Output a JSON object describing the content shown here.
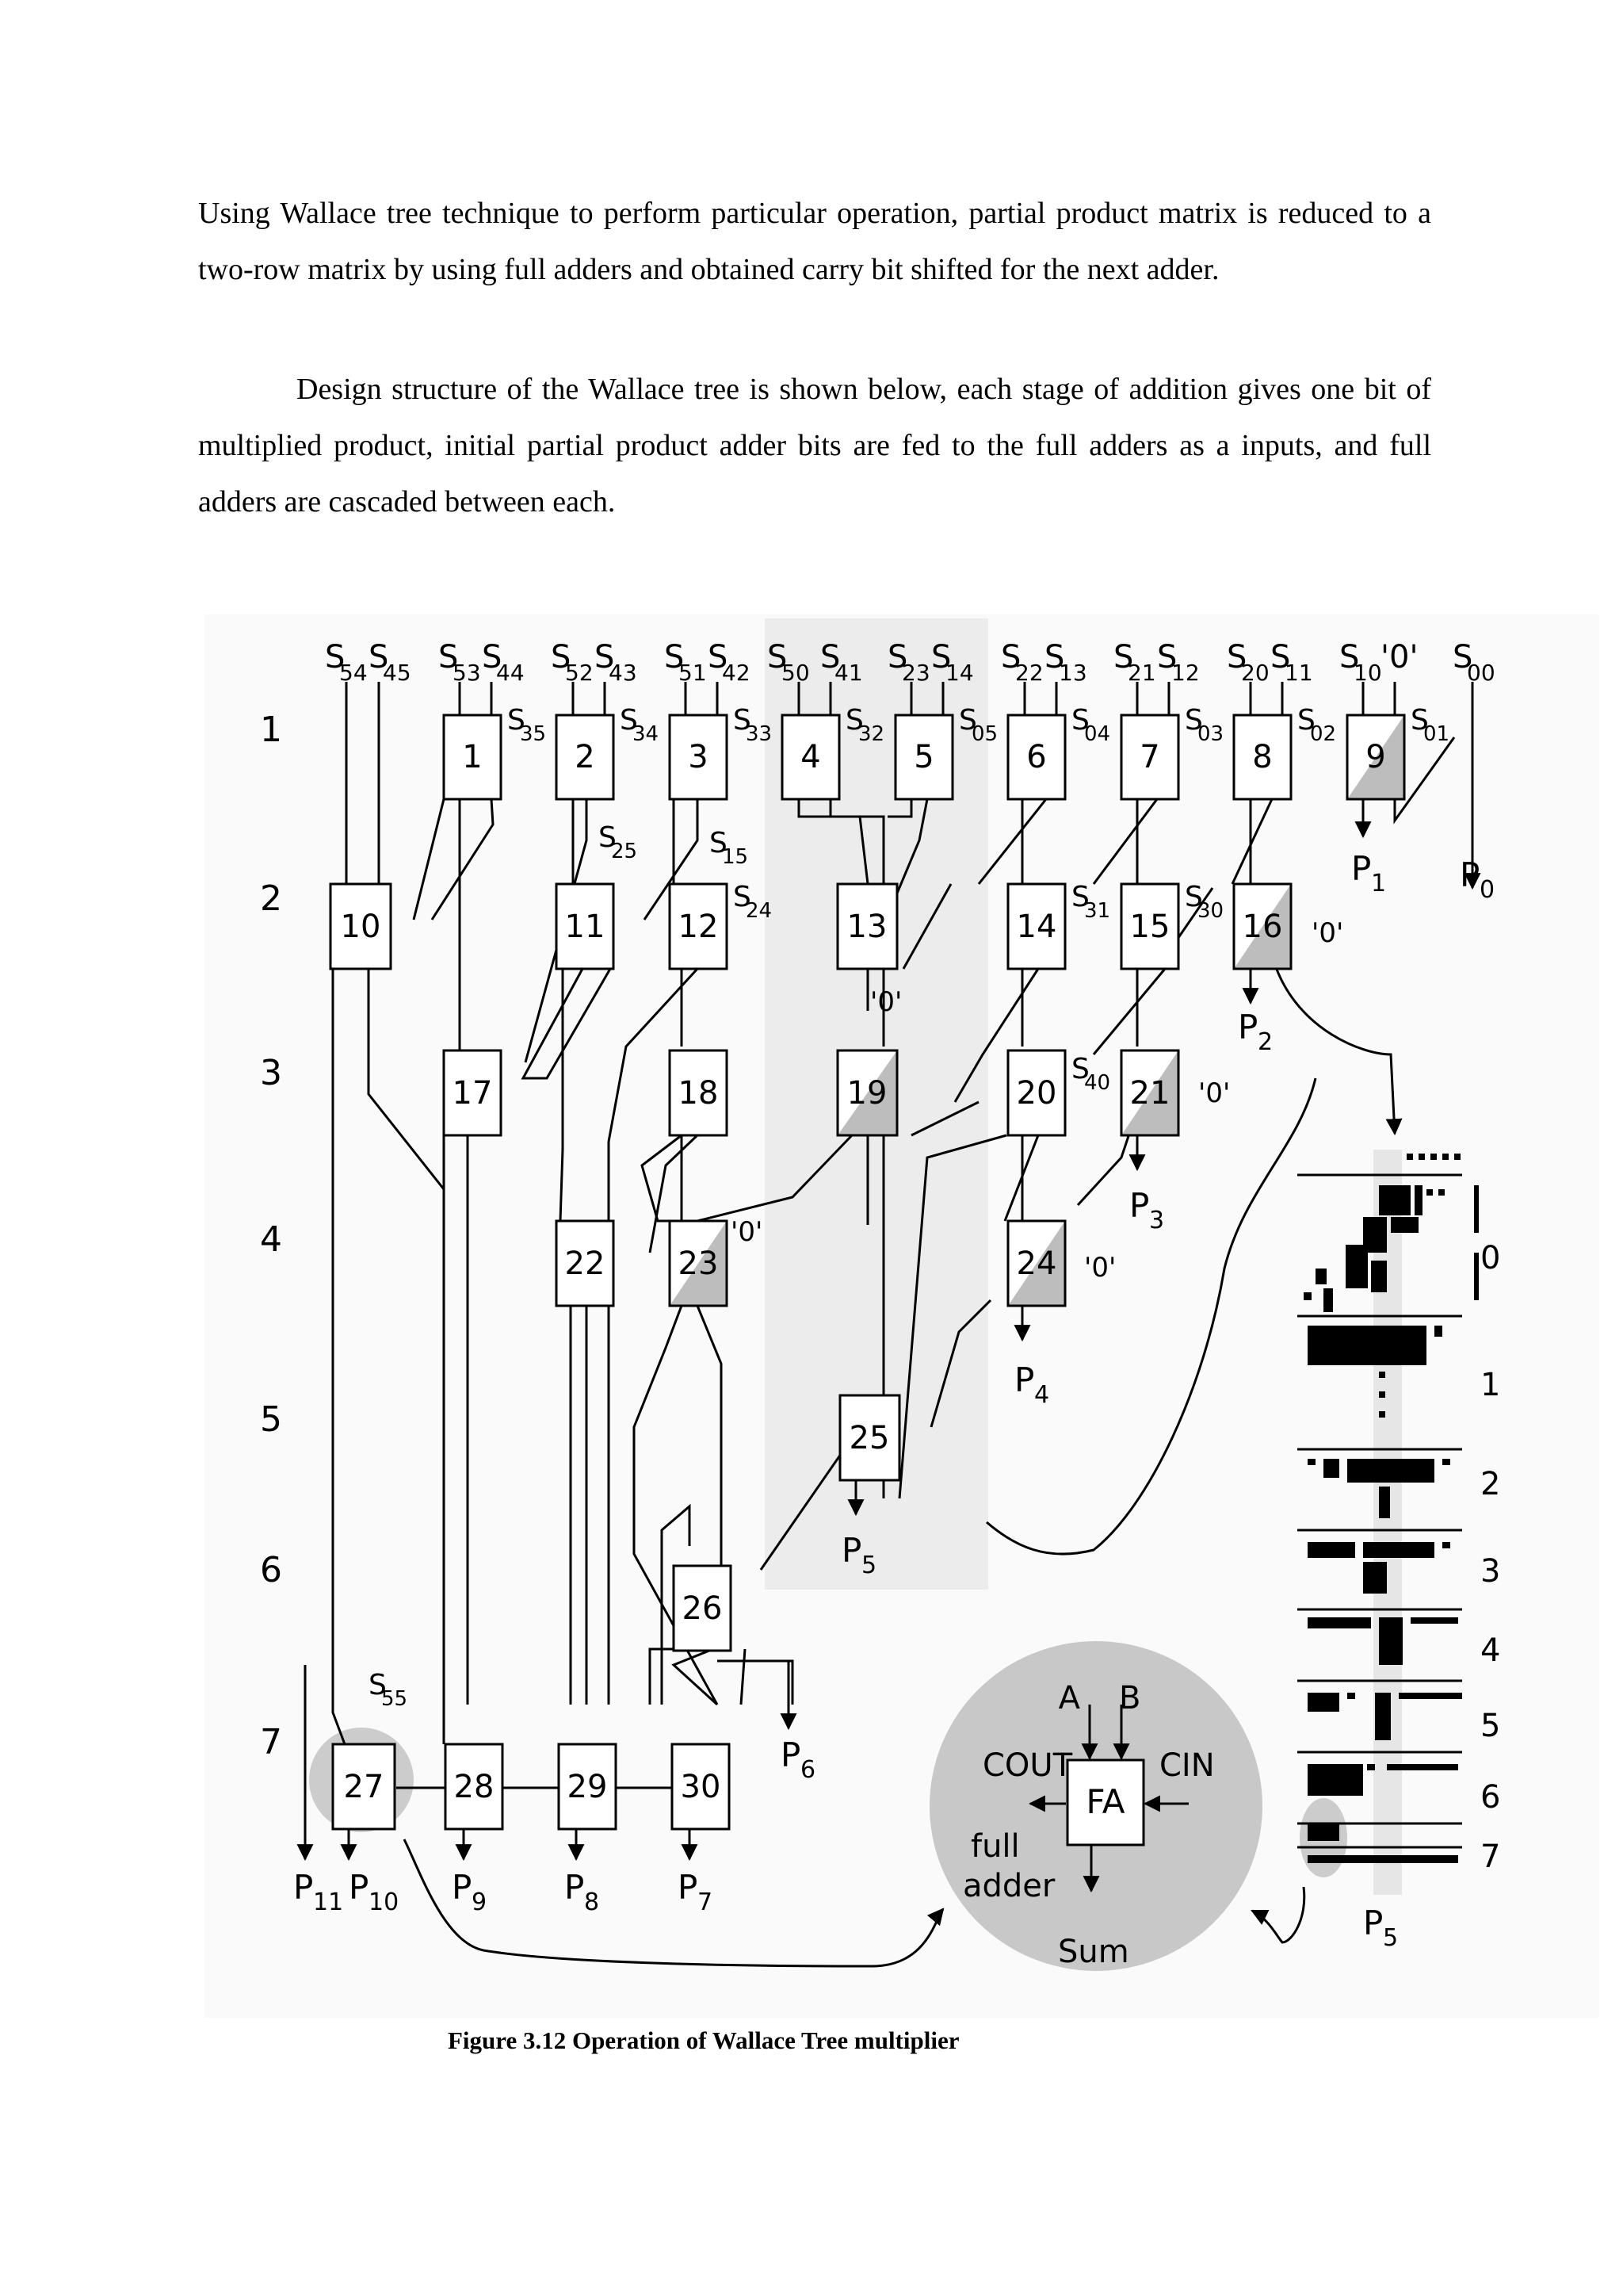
{
  "body": {
    "paragraph1": "Using Wallace tree technique to perform particular operation, partial product matrix is reduced to a two-row matrix by using full adders and obtained carry bit shifted for the next adder.",
    "paragraph2": "Design structure of the Wallace tree is shown below, each stage of addition gives one bit of multiplied product, initial partial product adder bits are fed to the full adders as a inputs, and full adders are cascaded between each."
  },
  "figure": {
    "caption": "Figure 3.12 Operation of Wallace Tree multiplier",
    "stage_labels": [
      "1",
      "2",
      "3",
      "4",
      "5",
      "6",
      "7"
    ],
    "adder_labels": [
      "1",
      "2",
      "3",
      "4",
      "5",
      "6",
      "7",
      "8",
      "9",
      "10",
      "11",
      "12",
      "13",
      "14",
      "15",
      "16",
      "17",
      "18",
      "19",
      "20",
      "21",
      "22",
      "23",
      "24",
      "25",
      "26",
      "27",
      "28",
      "29",
      "30"
    ],
    "input_labels": {
      "top": [
        {
          "a": "54",
          "b": "45"
        },
        {
          "a": "53",
          "b": "44"
        },
        {
          "a": "52",
          "b": "43"
        },
        {
          "a": "51",
          "b": "42"
        },
        {
          "a": "50",
          "b": "41"
        },
        {
          "a": "23",
          "b": "14"
        },
        {
          "a": "22",
          "b": "13"
        },
        {
          "a": "21",
          "b": "12"
        },
        {
          "a": "20",
          "b": "11"
        },
        {
          "a": "10",
          "b": "'0'"
        },
        {
          "a": "00",
          "b": ""
        }
      ],
      "side_row1": [
        "35",
        "34",
        "33",
        "32",
        "05",
        "04",
        "03",
        "02",
        "01"
      ],
      "side_row2": [
        "25",
        "15",
        "24",
        "31",
        "30"
      ],
      "s40": "40",
      "s55": "55"
    },
    "zero_label": "'0'",
    "products": {
      "p0": "0",
      "p1": "1",
      "p2": "2",
      "p3": "3",
      "p4": "4",
      "p5": "5",
      "p6": "6",
      "p7": "7",
      "p8": "8",
      "p9": "9",
      "p10": "10",
      "p11": "11"
    },
    "full_adder_legend": {
      "box": "FA",
      "a": "A",
      "b": "B",
      "cout": "COUT",
      "cin": "CIN",
      "caption_line1": "full",
      "caption_line2": "adder",
      "sum": "Sum"
    },
    "matrix_row_labels": [
      "0",
      "1",
      "2",
      "3",
      "4",
      "5",
      "6",
      "7"
    ],
    "matrix_caption": "5"
  }
}
